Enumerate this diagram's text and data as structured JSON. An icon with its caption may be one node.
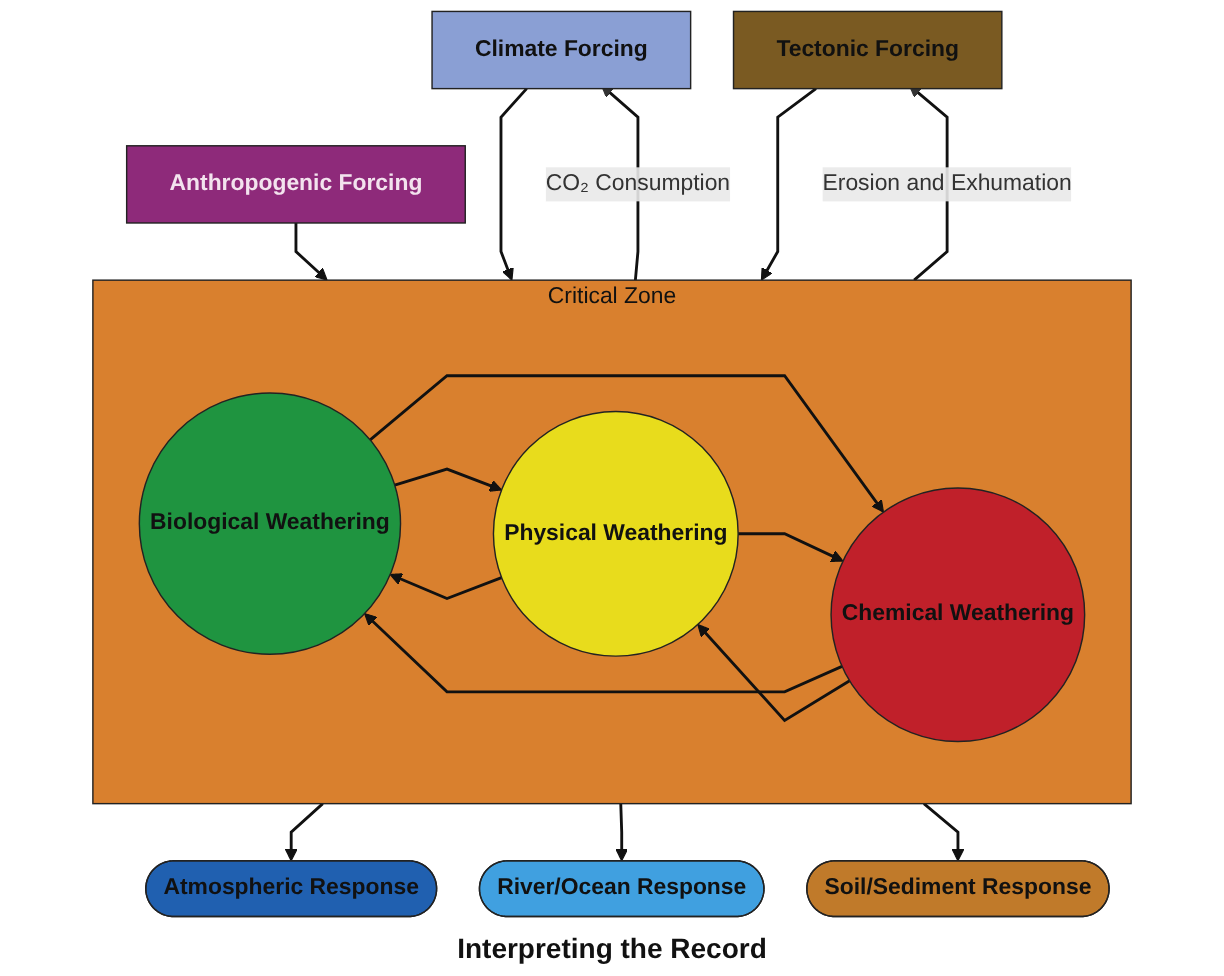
{
  "diagram": {
    "nodes": [
      {
        "text": [
          "Climate Forcing"
        ]
      },
      {
        "text": [
          "Anthropogenic Forcing"
        ]
      },
      {
        "text": [
          "Tectonic Forcing"
        ]
      },
      {
        "text": [
          "Critical Zone"
        ]
      },
      {
        "text": [
          "Biological Weathering"
        ],
        "in": 3
      },
      {
        "text": [
          "Physical Weathering"
        ],
        "in": 3
      },
      {
        "text": [
          "Chemical Weathering"
        ],
        "in": 3
      },
      {
        "text": [
          "Atmospheric Response"
        ]
      },
      {
        "text": [
          "River/Ocean Response"
        ]
      },
      {
        "text": [
          "Soil/Sediment Response"
        ]
      }
    ],
    "edges": [
      {
        "from": 0,
        "to": 3,
        "arrow": "to"
      },
      {
        "from": 1,
        "to": 3,
        "arrow": "to"
      },
      {
        "from": 2,
        "to": 3,
        "arrow": "to"
      },
      {
        "from": 3,
        "to": 0,
        "arrow": "to",
        "label": "CO₂ Consumption"
      },
      {
        "from": 3,
        "to": 2,
        "arrow": "to",
        "label": "Erosion and Exhumation"
      },
      {
        "from": 5,
        "to": 4,
        "arrow": "to"
      },
      {
        "from": 4,
        "to": 5,
        "arrow": "to"
      },
      {
        "from": 4,
        "to": 6,
        "arrow": "to"
      },
      {
        "from": 6,
        "to": 4,
        "arrow": "to"
      },
      {
        "from": 5,
        "to": 6,
        "arrow": "to"
      },
      {
        "from": 6,
        "to": 5,
        "arrow": "to"
      },
      {
        "from": 3,
        "to": 7,
        "arrow": "to"
      },
      {
        "from": 3,
        "to": 8,
        "arrow": "to"
      },
      {
        "from": 3,
        "to": 9,
        "arrow": "to"
      }
    ],
    "labels": [
      "Interpreting the Record"
    ]
  }
}
